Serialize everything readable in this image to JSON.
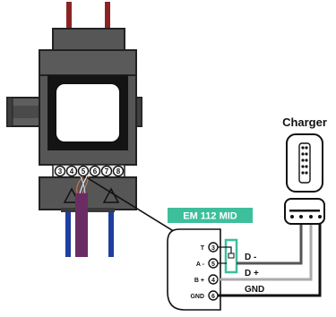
{
  "charger": {
    "title": "Charger"
  },
  "meter": {
    "label": "EM 112 MID",
    "terminal_numbers": [
      "3",
      "4",
      "5",
      "6",
      "7",
      "8"
    ],
    "label_color": "#3dbf9c"
  },
  "connector": {
    "pins": [
      {
        "signal": "T",
        "number": "3"
      },
      {
        "signal": "A -",
        "number": "5"
      },
      {
        "signal": "B +",
        "number": "4"
      },
      {
        "signal": "GND",
        "number": "6"
      }
    ]
  },
  "wires": [
    {
      "label": "D -",
      "color": "#555555"
    },
    {
      "label": "D +",
      "color": "#aaaaaa"
    },
    {
      "label": "GND",
      "color": "#111111"
    }
  ],
  "colors": {
    "device_body": "#565656",
    "device_dark": "#3a3a3a",
    "bracket": "#3dbf9c",
    "cable_purple": "#6b2c63",
    "cable_blue": "#1f3fa0",
    "cable_red": "#8a2424"
  }
}
